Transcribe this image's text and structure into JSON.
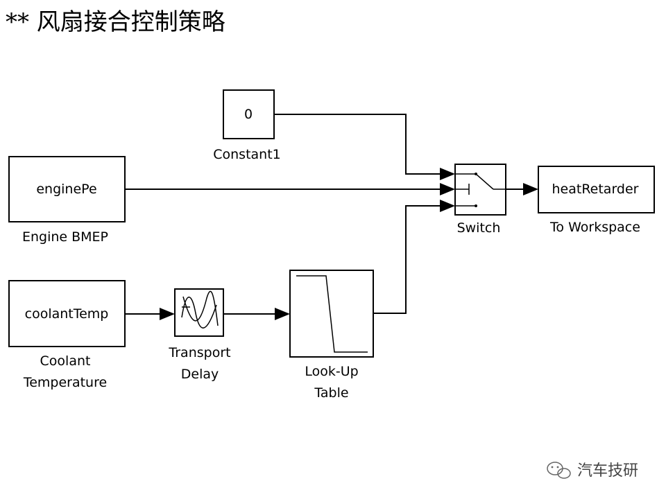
{
  "title": "** 风扇接合控制策略",
  "blocks": {
    "constant": {
      "value": "0",
      "label": "Constant1"
    },
    "engine": {
      "value": "enginePe",
      "label": "Engine BMEP"
    },
    "coolant": {
      "value": "coolantTemp",
      "label1": "Coolant",
      "label2": "Temperature"
    },
    "delay": {
      "label1": "Transport",
      "label2": "Delay"
    },
    "lookup": {
      "label1": "Look-Up",
      "label2": "Table"
    },
    "switch": {
      "label": "Switch"
    },
    "workspace": {
      "value": "heatRetarder",
      "label": "To Workspace"
    }
  },
  "watermark": {
    "text": "汽车技研",
    "icon": "wechat-icon"
  }
}
